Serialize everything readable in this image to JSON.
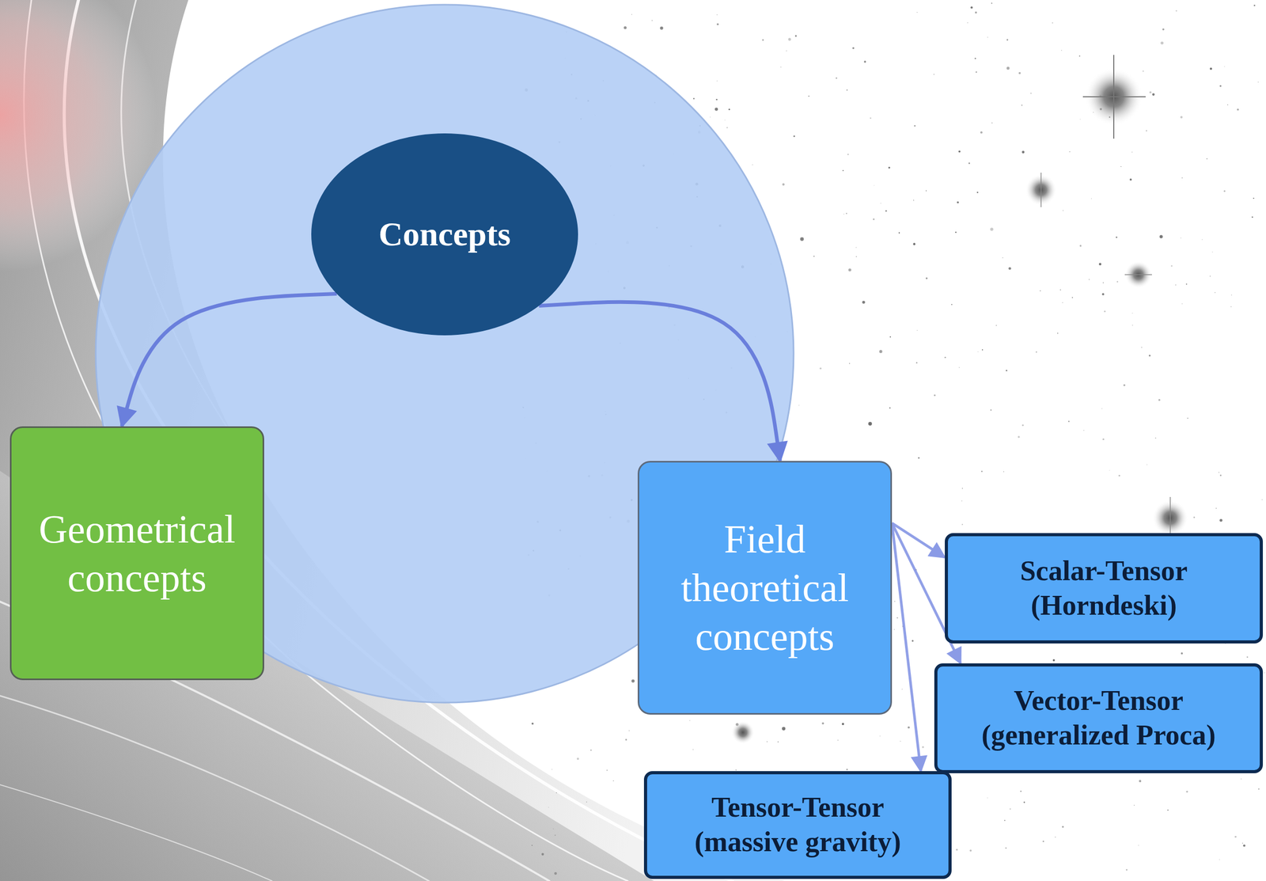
{
  "diagram": {
    "nodes": [
      {
        "text": [
          "Concepts"
        ]
      },
      {
        "text": [
          "Geometrical concepts"
        ]
      },
      {
        "text": [
          "Field theoretical concepts"
        ]
      },
      {
        "text": [
          "Scalar-Tensor (Horndeski)"
        ]
      },
      {
        "text": [
          "Vector-Tensor (generalized Proca)"
        ]
      },
      {
        "text": [
          "Tensor-Tensor (massive gravity)"
        ]
      }
    ],
    "edges": [
      {
        "from": 0,
        "to": 1,
        "arrow": "to"
      },
      {
        "from": 0,
        "to": 2,
        "arrow": "to"
      },
      {
        "from": 2,
        "to": 3,
        "arrow": "to"
      },
      {
        "from": 2,
        "to": 4,
        "arrow": "to"
      },
      {
        "from": 2,
        "to": 5,
        "arrow": "to"
      }
    ]
  }
}
